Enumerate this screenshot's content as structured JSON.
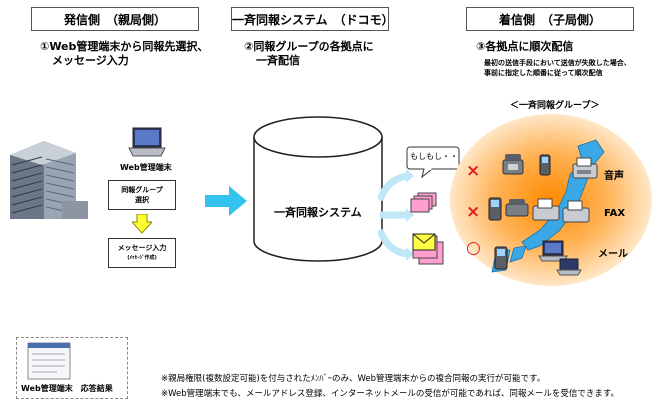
{
  "headers": {
    "sender": "発信側　（親局側）",
    "system": "一斉同報システム　（ドコモ）",
    "receiver": "着信側　（子局側）"
  },
  "steps": {
    "step1": [
      "①Web管理端末から同報先選択、",
      "メッセージ入力"
    ],
    "step2": [
      "②同報グループの各拠点に",
      "一斉配信"
    ],
    "step3": "③各拠点に順次配信",
    "step3_note": [
      "最初の送信手段において送信が失敗した場合、",
      "事前に指定した順番に従って順次配信"
    ]
  },
  "sender": {
    "terminal_label": "Web管理端末",
    "box1": [
      "同報グループ",
      "選択"
    ],
    "box2": [
      "メッセージ入力",
      "(ﾒｯｾｰｼﾞ作成)"
    ]
  },
  "system": {
    "label": "一斉同報システム",
    "call_bubble": "もしもし・・"
  },
  "receiver": {
    "group_label": "＜一斉同報グループ＞",
    "methods": [
      "音声",
      "FAX",
      "メール"
    ],
    "status_marks": [
      "×",
      "×",
      "○"
    ]
  },
  "legend": {
    "label": "Web管理端末　応答結果"
  },
  "footnotes": [
    "※親局権限(複数設定可能)を付与されたﾒﾝﾊﾞｰのみ、Web管理端末からの複合同報の実行が可能です。",
    "※Web管理端末でも、メールアドレス登録、インターネットメールの受信が可能であれば、同報メールを受信できます。"
  ],
  "colors": {
    "arrow": "#33c3ee",
    "sun_outer": "#ffd9a8",
    "sun_inner": "#ff9a1a",
    "japan": "#3aa8e6",
    "cross": "#e02020",
    "envelope": "#ffff44",
    "page_pink": "#ff9fd0"
  },
  "icons": [
    "building-icon",
    "laptop-icon",
    "down-arrow-icon",
    "right-arrow-icon",
    "cylinder-icon",
    "phone-icon",
    "mobile-icon",
    "fax-icon",
    "envelope-icon",
    "japan-map-icon"
  ]
}
